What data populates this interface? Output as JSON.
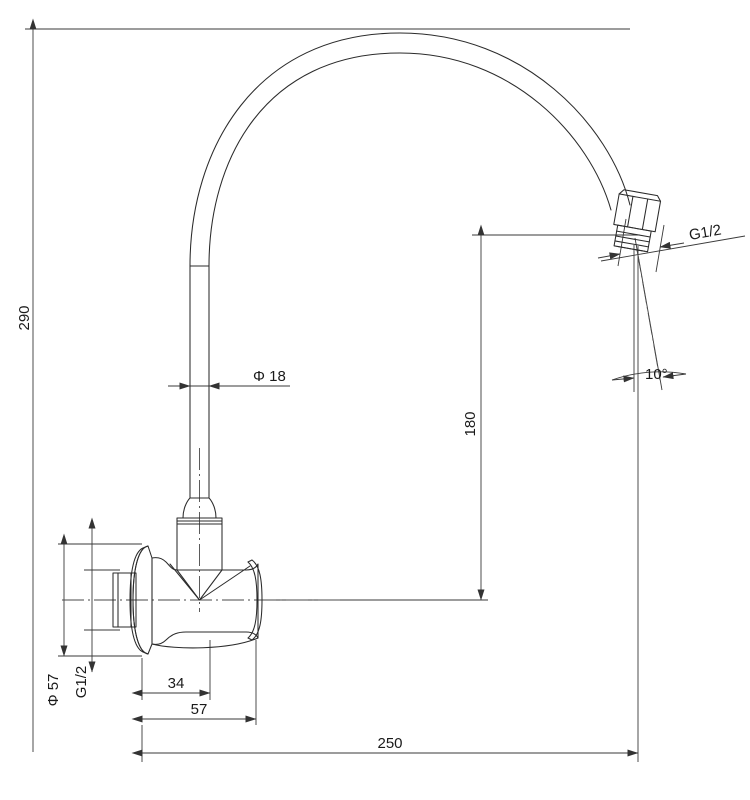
{
  "drawing": {
    "title": "Wall-mounted gooseneck faucet spout technical drawing",
    "type": "engineering-dimension-drawing",
    "units": "mm",
    "line_color": "#2b2b2b",
    "dim_line_color": "#3a3a3a",
    "center_line_color": "#4a4a4a",
    "background": "#ffffff"
  },
  "dimensions": {
    "overall_height": "290",
    "tube_diameter": "Φ  18",
    "outlet_thread": "G1/2",
    "outlet_angle": "10°",
    "outlet_height": "180",
    "overall_reach": "250",
    "flange_diameter": "Φ 57",
    "inlet_thread": "G1/2",
    "flange_to_center": "34",
    "flange_to_body_end": "57"
  },
  "labels": [
    {
      "id": "height-290",
      "text": "290",
      "rotated": true
    },
    {
      "id": "diameter-18",
      "text": "Φ  18",
      "rotated": false
    },
    {
      "id": "thread-g12-top",
      "text": "G1/2",
      "rotated": false
    },
    {
      "id": "angle-10deg",
      "text": "10°",
      "rotated": false
    },
    {
      "id": "height-180",
      "text": "180",
      "rotated": true
    },
    {
      "id": "flange-dia-57",
      "text": "Φ 57",
      "rotated": true
    },
    {
      "id": "thread-g12-base",
      "text": "G1/2",
      "rotated": true
    },
    {
      "id": "offset-34",
      "text": "34",
      "rotated": false
    },
    {
      "id": "offset-57",
      "text": "57",
      "rotated": false
    },
    {
      "id": "reach-250",
      "text": "250",
      "rotated": false
    }
  ]
}
